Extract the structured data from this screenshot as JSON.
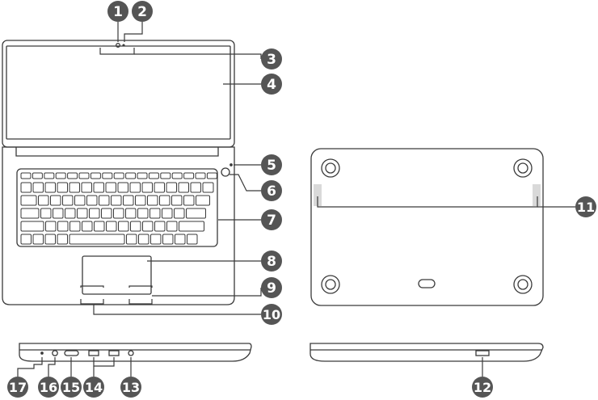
{
  "callouts": [
    {
      "id": "c1",
      "label": "1"
    },
    {
      "id": "c2",
      "label": "2"
    },
    {
      "id": "c3",
      "label": "3"
    },
    {
      "id": "c4",
      "label": "4"
    },
    {
      "id": "c5",
      "label": "5"
    },
    {
      "id": "c6",
      "label": "6"
    },
    {
      "id": "c7",
      "label": "7"
    },
    {
      "id": "c8",
      "label": "8"
    },
    {
      "id": "c9",
      "label": "9"
    },
    {
      "id": "c10",
      "label": "10"
    },
    {
      "id": "c11",
      "label": "11"
    },
    {
      "id": "c12",
      "label": "12"
    },
    {
      "id": "c13",
      "label": "13"
    },
    {
      "id": "c14",
      "label": "14"
    },
    {
      "id": "c15",
      "label": "15"
    },
    {
      "id": "c16",
      "label": "16"
    },
    {
      "id": "c17",
      "label": "17"
    }
  ],
  "colors": {
    "line": "#3a3a3a",
    "badge": "#555555",
    "badge_text": "#ffffff",
    "fill": "#ffffff"
  }
}
